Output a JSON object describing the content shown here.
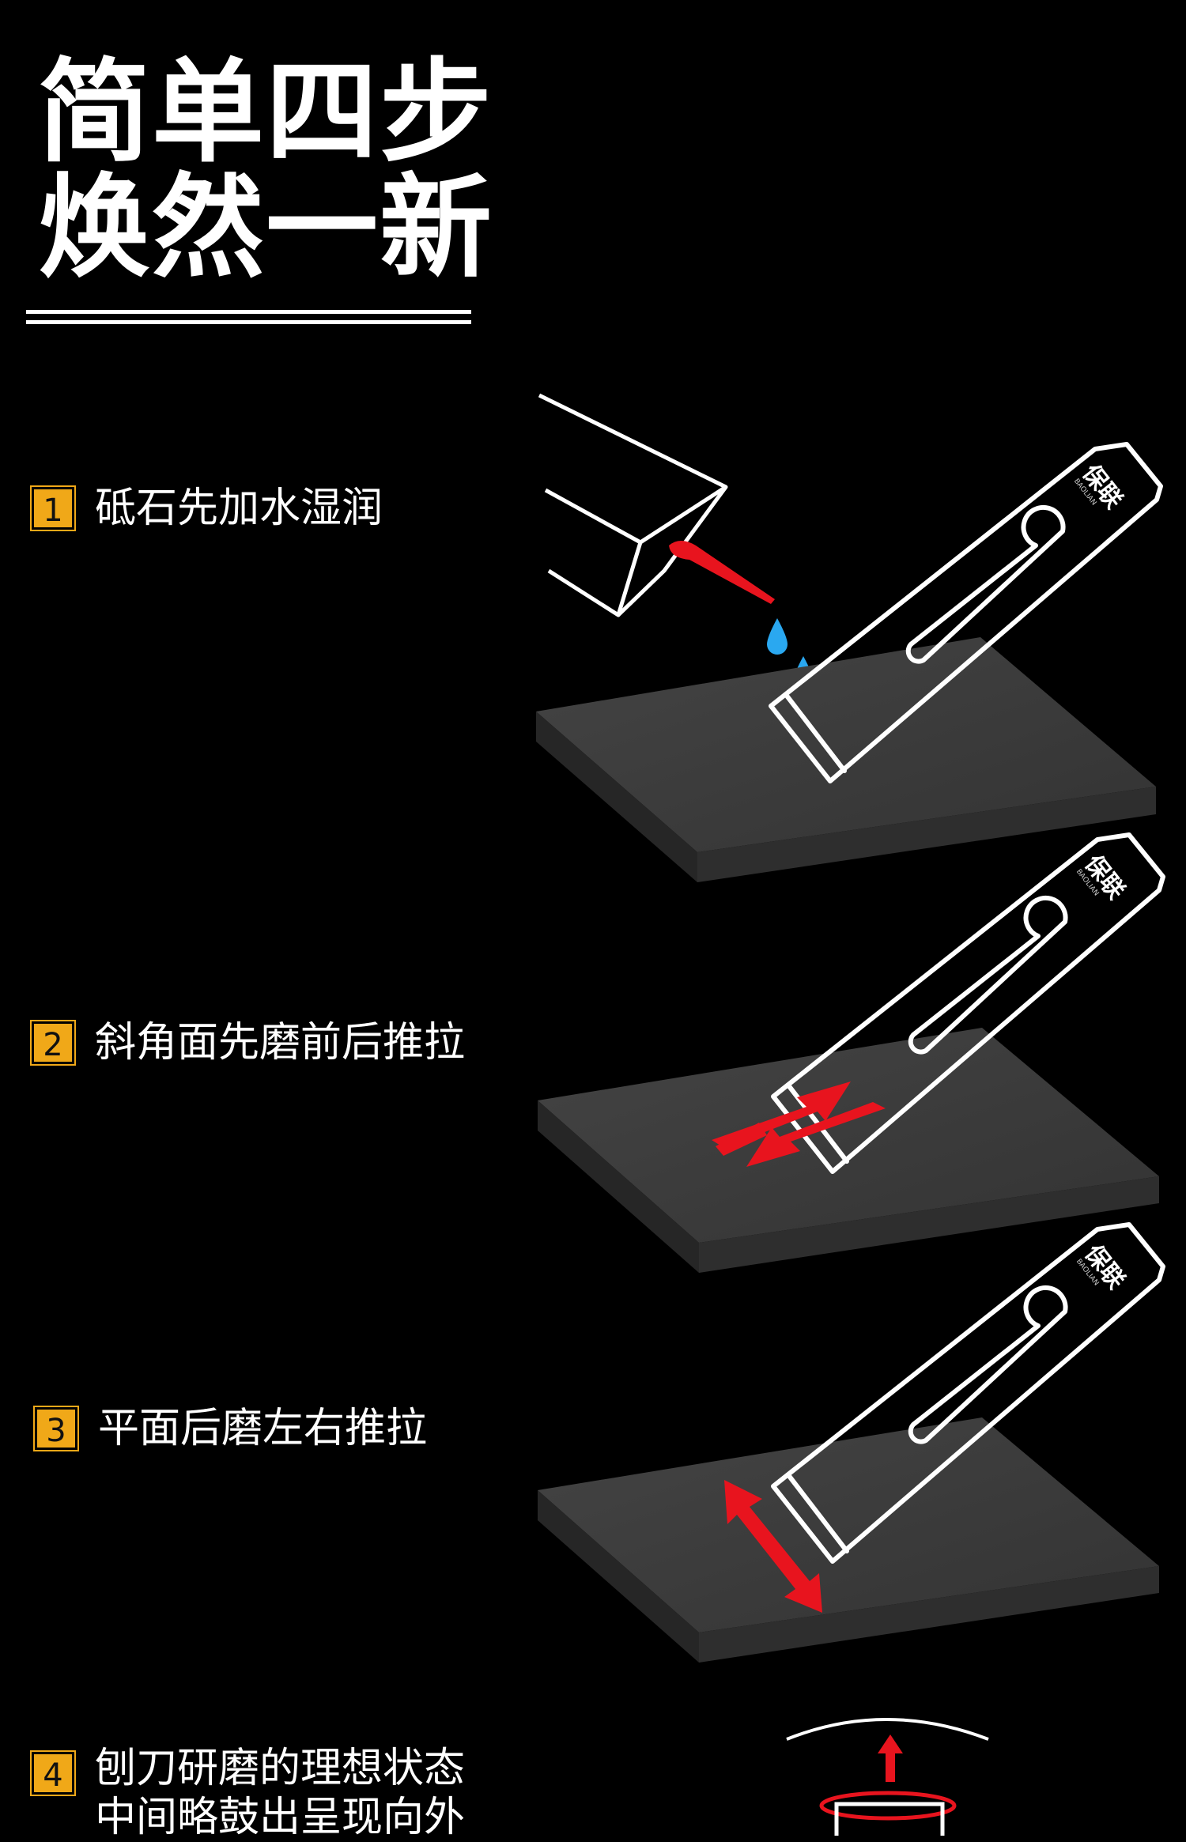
{
  "headline": {
    "line1": "简单四步",
    "line2": "焕然一新"
  },
  "steps": [
    {
      "number": "1",
      "text": "砥石先加水湿润"
    },
    {
      "number": "2",
      "text": "斜角面先磨前后推拉"
    },
    {
      "number": "3",
      "text": "平面后磨左右推拉"
    },
    {
      "number": "4",
      "text_line1": "刨刀研磨的理想状态",
      "text_line2": "中间略鼓出呈现向外"
    }
  ],
  "brand": {
    "name": "保联",
    "sub": "BAOLIAN",
    "mark": "®"
  },
  "colors": {
    "background": "#000000",
    "accent": "#f0a818",
    "arrow": "#e8141e",
    "water": "#2aa8f0",
    "stone": "#3a3a3a"
  },
  "icons": [
    "water-bottle-icon",
    "water-drop-icon",
    "plane-blade-icon",
    "sharpening-stone-icon",
    "push-pull-arrows-icon",
    "left-right-arrow-icon",
    "up-arrow-icon"
  ]
}
